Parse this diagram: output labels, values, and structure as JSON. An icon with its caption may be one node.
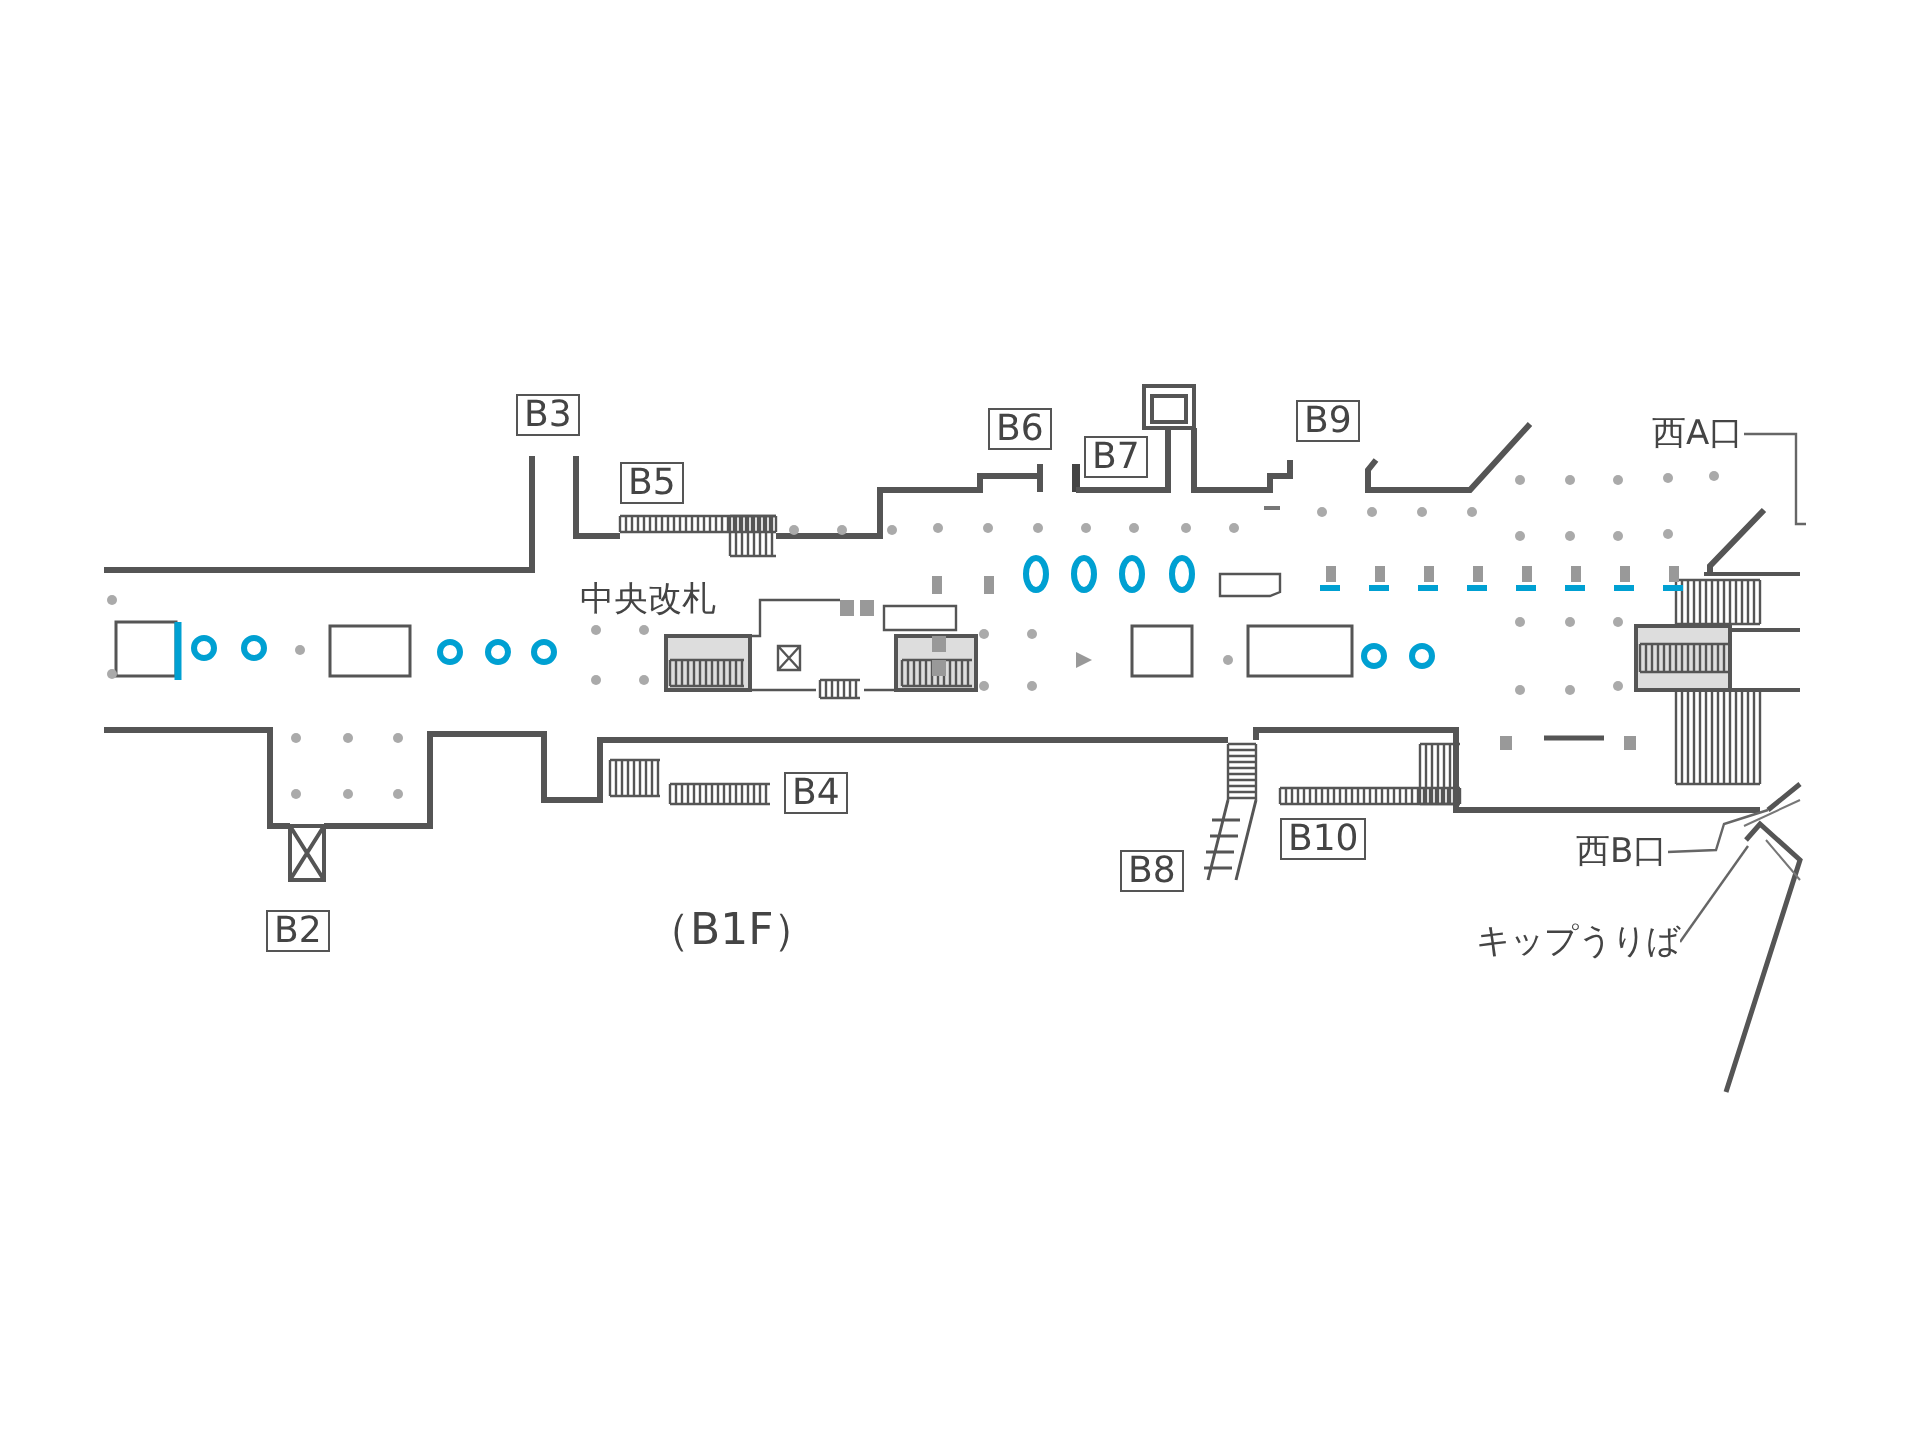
{
  "diagram": {
    "nodes": [
      {
        "text": [
          "B3"
        ]
      },
      {
        "text": [
          "B5"
        ]
      },
      {
        "text": [
          "B6"
        ]
      },
      {
        "text": [
          "B7"
        ]
      },
      {
        "text": [
          "B9"
        ]
      },
      {
        "text": [
          "西A口"
        ]
      },
      {
        "text": [
          "B4"
        ]
      },
      {
        "text": [
          "B10"
        ]
      },
      {
        "text": [
          "B8"
        ]
      },
      {
        "text": [
          "西B口"
        ]
      },
      {
        "text": [
          "B2"
        ]
      },
      {
        "text": [
          "キップうりば"
        ]
      }
    ],
    "edges": [
      {
        "from": 5,
        "to": null,
        "arrow": "none"
      },
      {
        "from": 9,
        "to": null,
        "arrow": "none"
      },
      {
        "from": 11,
        "to": null,
        "arrow": "none"
      }
    ],
    "labels": [
      "中央改札",
      "（B1F）"
    ]
  }
}
